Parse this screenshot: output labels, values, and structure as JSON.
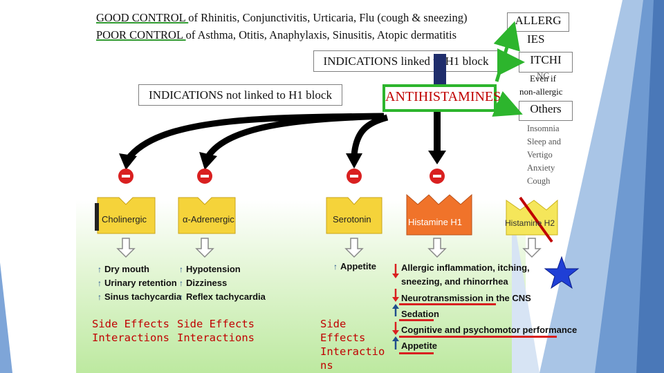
{
  "header": {
    "line1_lead": "GOOD CONTROL ",
    "line1_rest": "of Rhinitis, Conjunctivitis, Urticaria, Flu (cough & sneezing)",
    "line2_lead": "POOR CONTROL ",
    "line2_rest": "of Asthma, Otitis, Anaphylaxis, Sinusitis, Atopic dermatitis"
  },
  "right_boxes": {
    "allergies_a": "ALLERG",
    "allergies_b": "IES",
    "itching": "ITCHI",
    "itching_sub": "NG",
    "even_if": "Even if",
    "non_allergic": "non-allergic",
    "others": "Others",
    "others_list": [
      "Insomnia",
      "Sleep and",
      "Vertigo",
      "Anxiety",
      "Cough"
    ]
  },
  "indications": {
    "linked": "INDICATIONS linked to H1 block",
    "not_linked": "INDICATIONS not linked to H1 block",
    "center": "ANTIHISTAMINES"
  },
  "receptors": [
    {
      "label": "Cholinergic"
    },
    {
      "label": "α-Adrenergic"
    },
    {
      "label": "Serotonin"
    },
    {
      "label": "Histamine H1"
    },
    {
      "label": "Histamine H2"
    }
  ],
  "effects": {
    "cholinergic": [
      "Dry mouth",
      "Urinary retention",
      "Sinus tachycardia"
    ],
    "adrenergic": [
      "Hypotension",
      "Dizziness",
      "Reflex tachycardia"
    ],
    "serotonin": [
      "Appetite"
    ],
    "histamine": [
      "Allergic inflammation, itching,",
      "sneezing, and rhinorrhea",
      "Neurotransmission in the CNS",
      "Sedation",
      "Cognitive and psychomotor performance",
      "Appetite"
    ]
  },
  "side_effects": {
    "col1": [
      "Side Effects",
      "Interactions"
    ],
    "col2": [
      "Side Effects",
      "Interactions"
    ],
    "col3": [
      "Side",
      "Effects",
      "Interactio",
      "ns"
    ]
  },
  "colors": {
    "accent_green": "#2db52d",
    "receptor_yellow": "#f5d33a",
    "histamine_orange": "#f0732a",
    "minus_red": "#d92020",
    "text_red": "#c00000",
    "arrow_blue": "#1f4e8c",
    "star_blue": "#1f3fd6"
  },
  "icons": [
    "minus-circle-icon",
    "down-arrow-icon",
    "up-arrow-icon",
    "star-icon",
    "slash-line-icon"
  ]
}
